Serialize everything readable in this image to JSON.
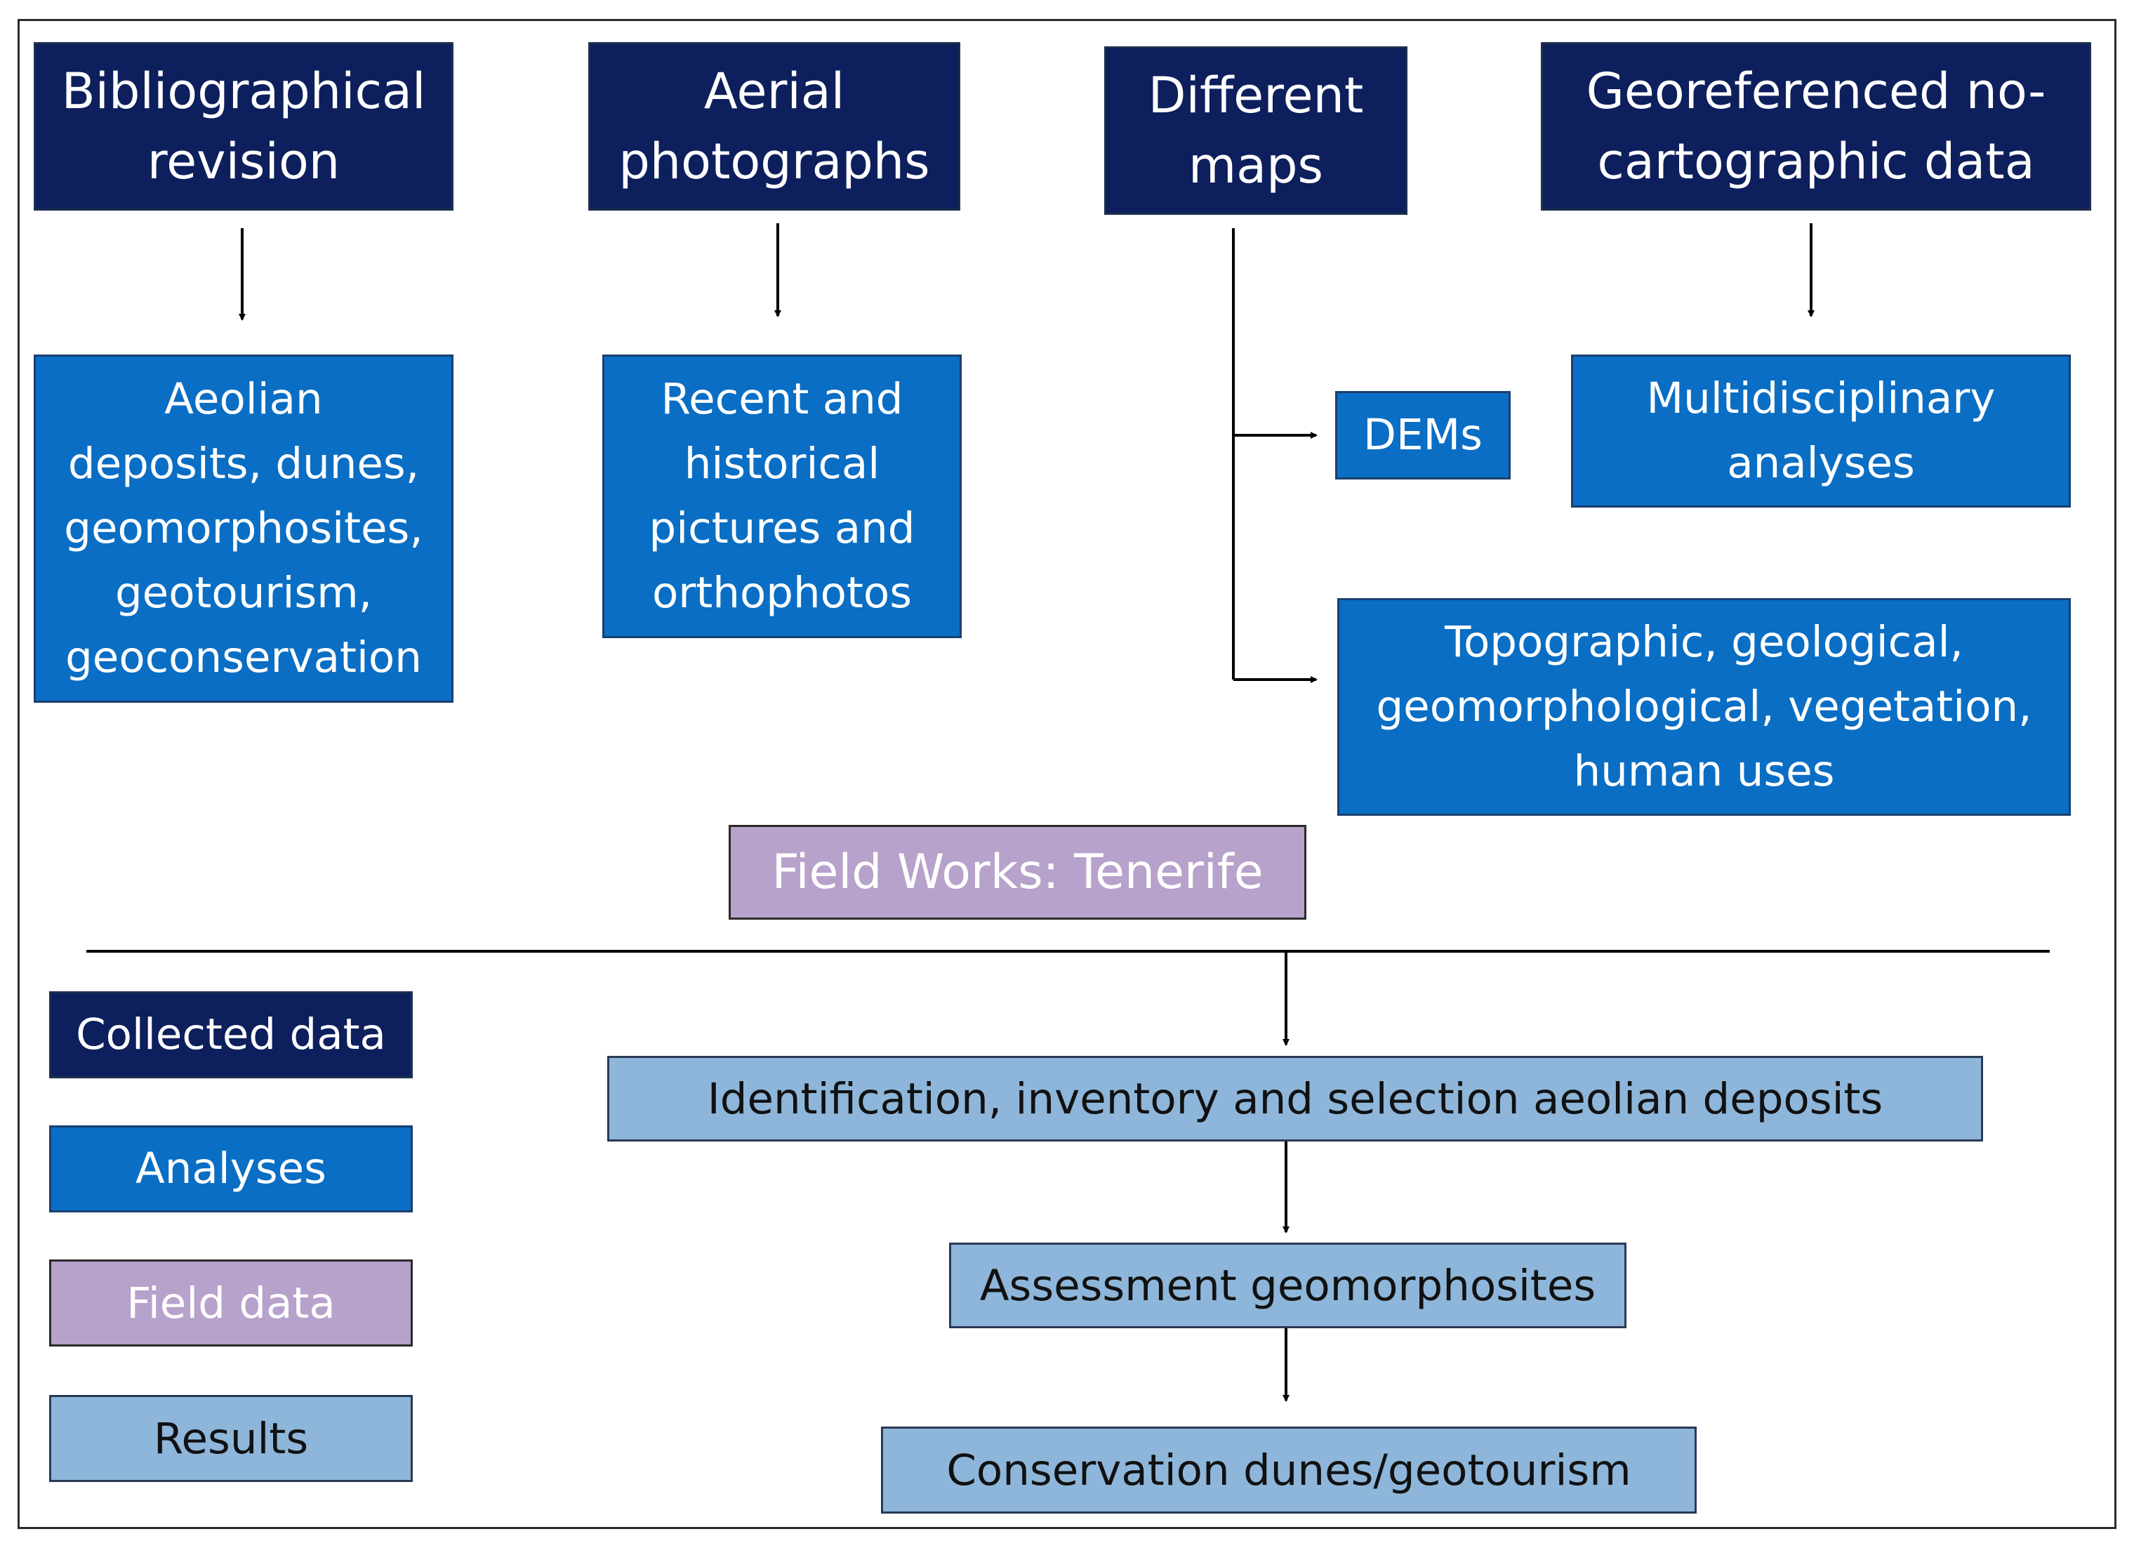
{
  "colors": {
    "collected_data": "#0d1f5c",
    "analyses": "#0a6ec4",
    "field_data": "#b7a2cb",
    "results": "#8db6da",
    "lines": "#000000"
  },
  "collected": {
    "bibliographical": "Bibliographical\nrevision",
    "aerial": "Aerial\nphotographs",
    "maps": "Different\nmaps",
    "georeferenced": "Georeferenced no-\ncartographic data"
  },
  "analyses": {
    "aeolian": "Aeolian\ndeposits, dunes,\ngeomorphosites,\ngeotourism,\ngeoconservation",
    "pictures": "Recent and\nhistorical\npictures and\northophotos",
    "dems": "DEMs",
    "multidisciplinary": "Multidisciplinary\nanalyses",
    "thematic_maps": "Topographic, geological,\ngeomorphological, vegetation,\nhuman uses"
  },
  "field": {
    "field_works": "Field Works: Tenerife"
  },
  "results": {
    "identification": "Identification, inventory and selection aeolian deposits",
    "assessment": "Assessment geomorphosites",
    "conservation": "Conservation dunes/geotourism"
  },
  "legend": {
    "collected": "Collected data",
    "analyses": "Analyses",
    "field": "Field data",
    "results": "Results"
  }
}
